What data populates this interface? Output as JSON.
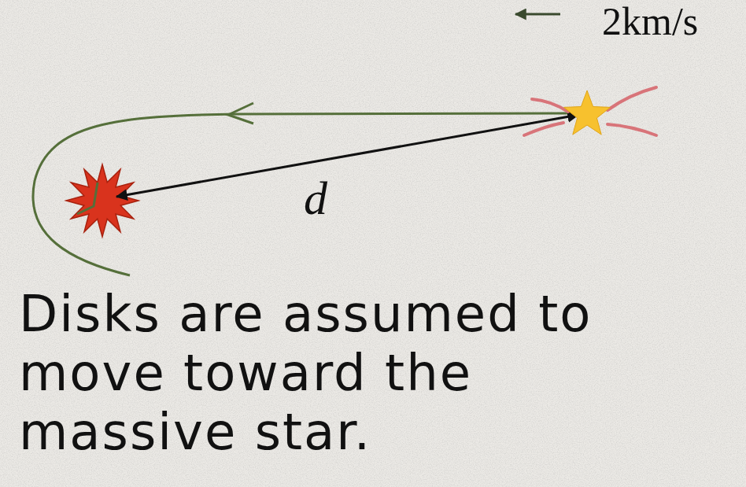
{
  "diagram": {
    "labels": [
      "2km/s",
      "d",
      "Disks are assumed to move toward the massive star."
    ]
  }
}
